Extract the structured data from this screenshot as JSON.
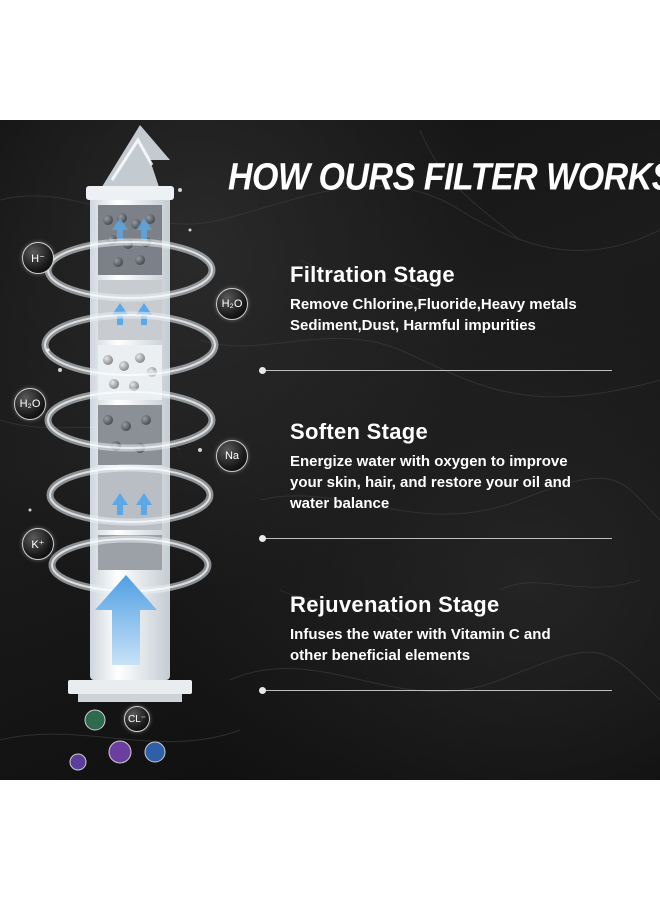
{
  "title": "HOW OURS FILTER WORKS",
  "stages": [
    {
      "heading": "Filtration Stage",
      "lines": [
        "Remove Chlorine,Fluoride,Heavy metals",
        "Sediment,Dust, Harmful impurities"
      ]
    },
    {
      "heading": "Soften Stage",
      "lines": [
        "Energize water with oxygen to improve",
        "your skin, hair, and restore your oil and",
        "water balance"
      ]
    },
    {
      "heading": "Rejuvenation Stage",
      "lines": [
        "Infuses the water with Vitamin C and",
        "other beneficial elements"
      ]
    }
  ],
  "ions": {
    "h": "H⁻",
    "h2o_right": "H₂O",
    "h2o_left": "H₂O",
    "na": "Na",
    "k": "K⁺",
    "cl": "CL⁻"
  },
  "colors": {
    "background": "#141414",
    "text": "#ffffff",
    "arrow": "#5aa8e6"
  }
}
